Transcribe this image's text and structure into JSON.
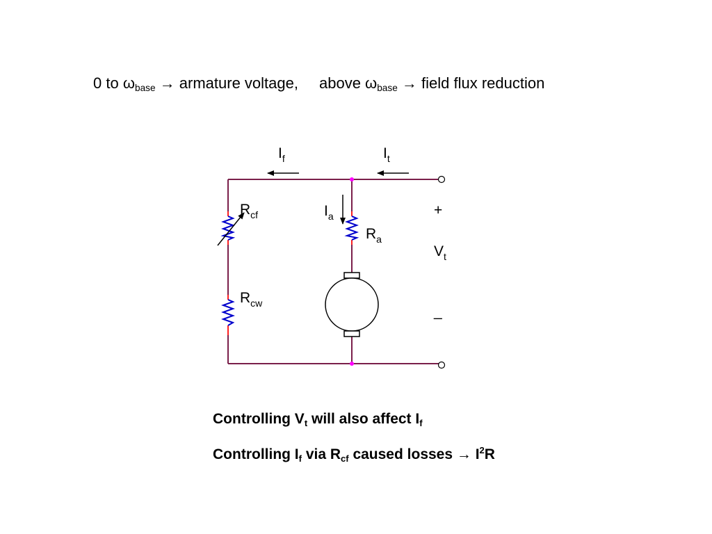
{
  "headline": {
    "part1": "0 to ",
    "omega1": "ω",
    "sub1": "base",
    "arrow1": " → ",
    "part2": " armature voltage,",
    "part3": "above ",
    "omega2": "ω",
    "sub2": "base",
    "arrow2": " → ",
    "part4": "field flux reduction"
  },
  "circuit": {
    "wire_color": "#7a1f4a",
    "node_color": "#ff00ff",
    "resistor_color": "#0000cc",
    "lead_color": "#ff2020",
    "labels": {
      "if_main": "I",
      "if_sub": "f",
      "it_main": "I",
      "it_sub": "t",
      "ia_main": "I",
      "ia_sub": "a",
      "ra_main": "R",
      "ra_sub": "a",
      "rcf_main": "R",
      "rcf_sub": "cf",
      "rcw_main": "R",
      "rcw_sub": "cw",
      "plus": "+",
      "vt_main": "V",
      "vt_sub": "t",
      "minus": "_"
    }
  },
  "notes": {
    "line1": {
      "part1": "Controlling V",
      "sub1": "t",
      "part2": " will also affect I",
      "sub2": "f"
    },
    "line2": {
      "part1": "Controlling I",
      "sub1": "f",
      "part2": " via R",
      "sub2": "cf",
      "part3": " caused losses ",
      "arrow": "→",
      "part4": " I",
      "sup": "2",
      "part5": "R"
    }
  }
}
